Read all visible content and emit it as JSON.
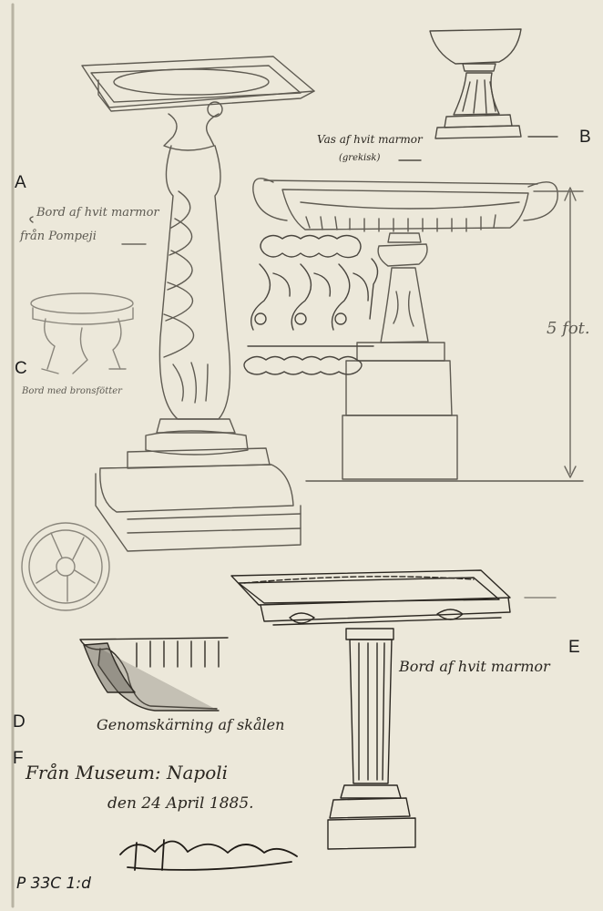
{
  "labels": {
    "a": "A",
    "b": "B",
    "c": "C",
    "d": "D",
    "e": "E",
    "f": "F"
  },
  "inscriptions": {
    "vase_marble": "Vas af hvit marmor",
    "vase_greek": "(grekisk)",
    "bowl_pompeii_1": "Bord af hvit marmor",
    "bowl_pompeii_2": "från Pompeji",
    "bowl_bronze": "Bord med bronsfötter",
    "height_mark": "5 fot.",
    "table_marble": "Bord af hvit marmor",
    "section_note": "Genomskärning af skålen",
    "provenance_1": "Från Museum: Napoli",
    "provenance_2": "den 24 April 1885.",
    "catalog_number": "P 33C 1:d"
  },
  "colors": {
    "paper": "#ece8da",
    "ink": "#2a2620",
    "graphite": "#6b675e"
  }
}
